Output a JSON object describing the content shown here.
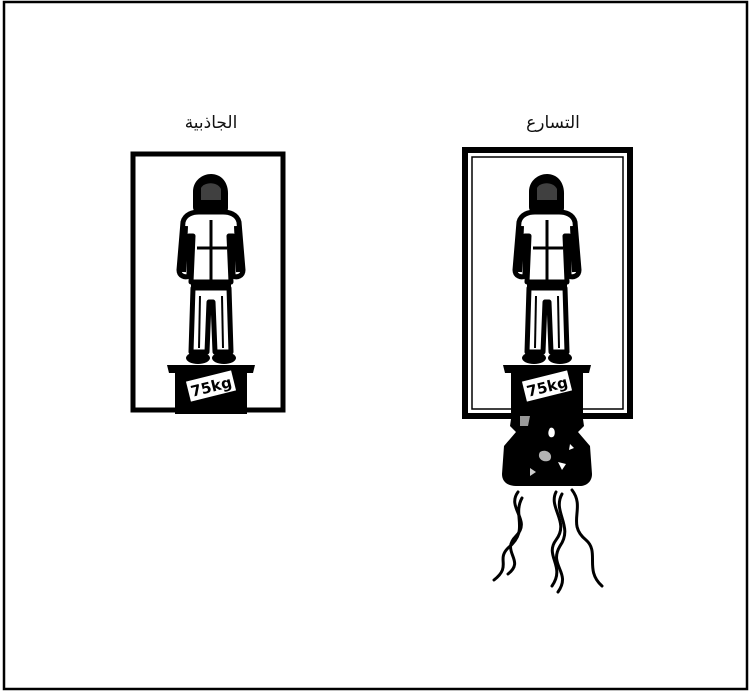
{
  "panels": [
    {
      "id": "gravity",
      "label": "الجاذبية",
      "weight_label": "75kg"
    },
    {
      "id": "acceleration",
      "label": "التسارع",
      "weight_label": "75kg"
    }
  ],
  "colors": {
    "ink": "#000000",
    "background": "#ffffff"
  }
}
